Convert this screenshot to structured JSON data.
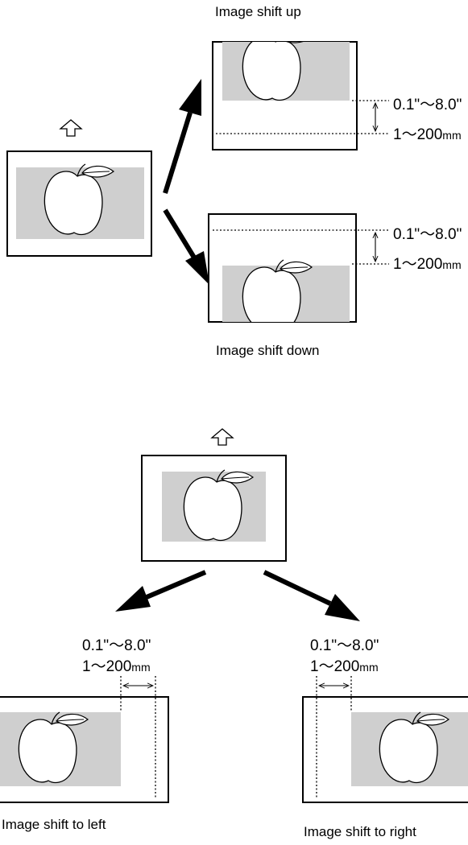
{
  "labels": {
    "shift_up": "Image shift up",
    "shift_down": "Image shift down",
    "shift_left": "Image shift to left",
    "shift_right": "Image shift to right"
  },
  "dimension": {
    "range_inch": "0.1\"～8.0\"",
    "range_mm_prefix": "1～200",
    "range_mm_unit": "mm"
  },
  "icons": [
    "feed-direction-arrow-icon",
    "apple-icon",
    "shift-arrow-icon"
  ]
}
